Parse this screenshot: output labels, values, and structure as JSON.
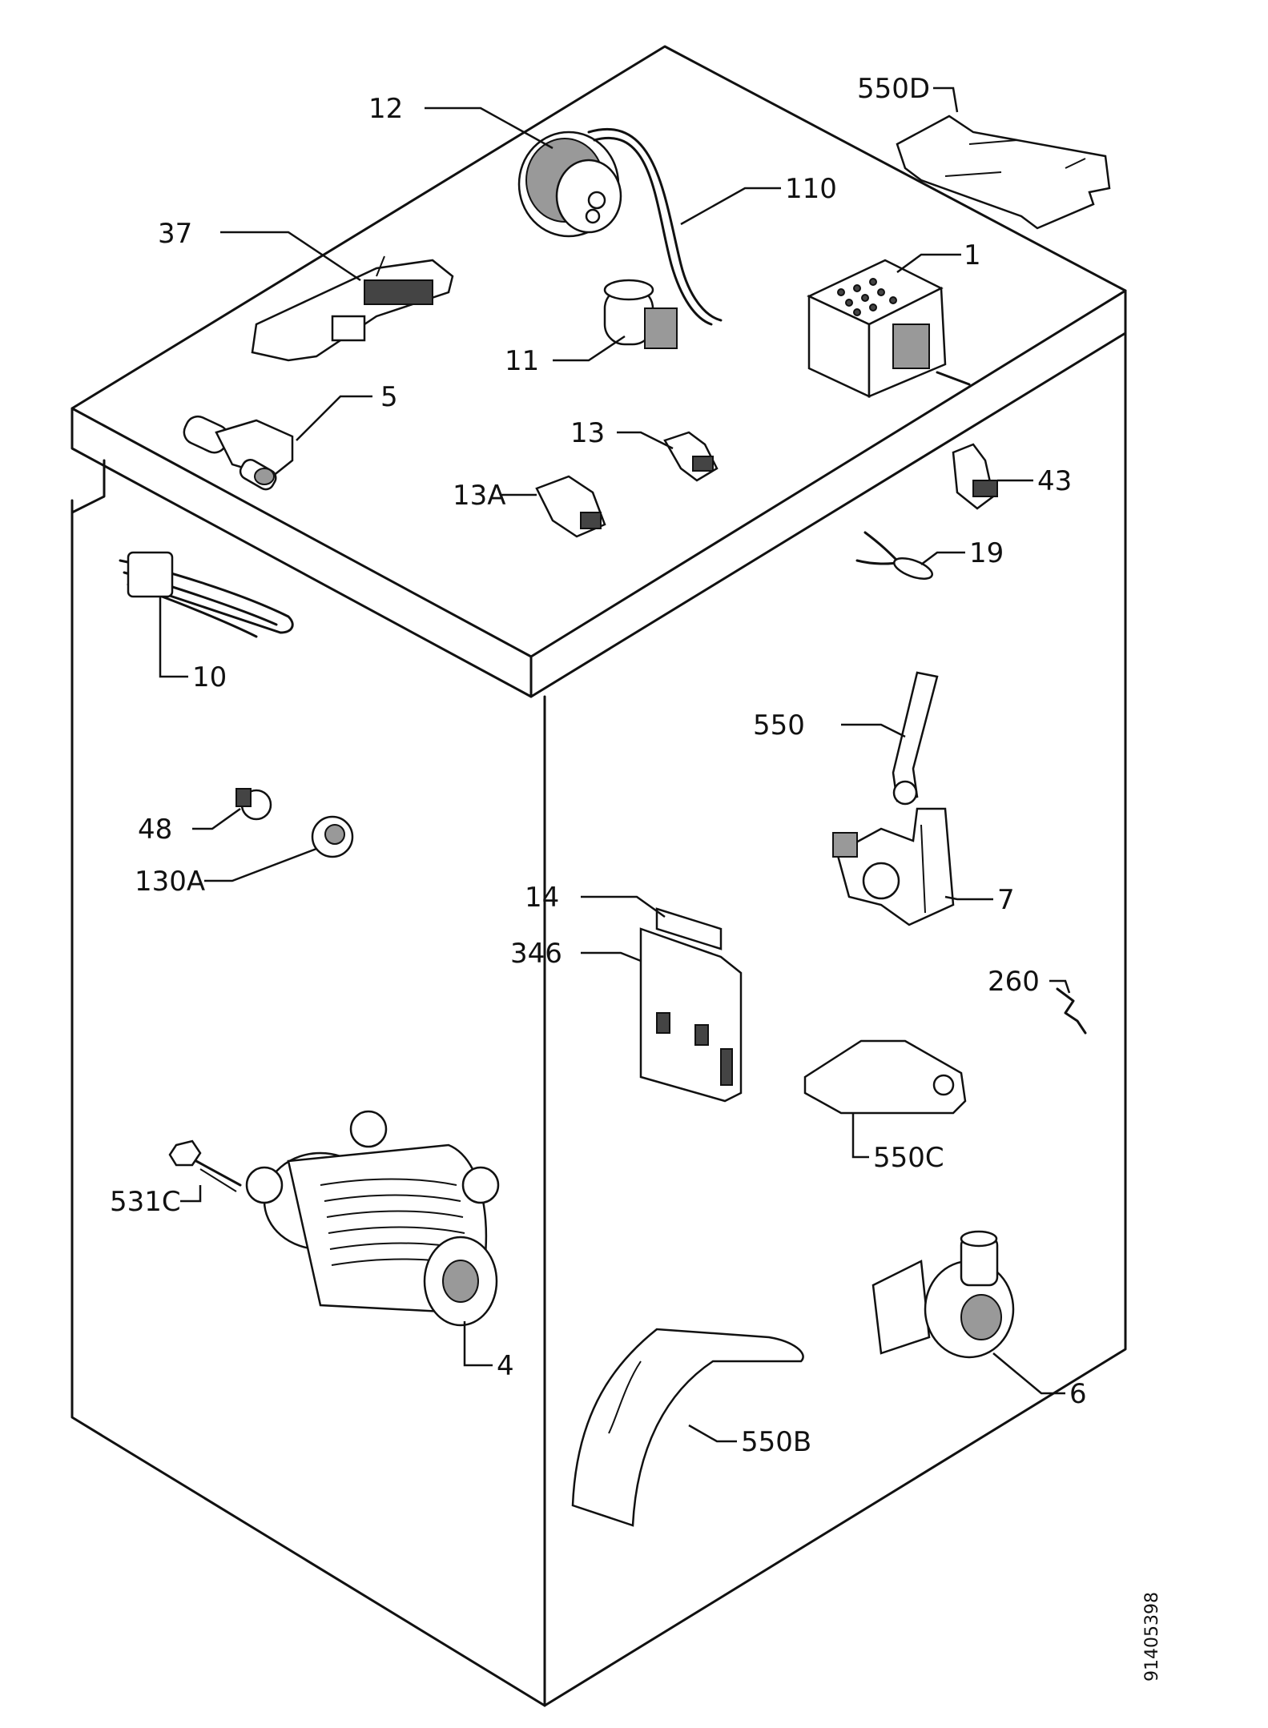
{
  "labels": {
    "p550D": "550D",
    "p12": "12",
    "p110": "110",
    "p37": "37",
    "p1": "1",
    "p11": "11",
    "p5": "5",
    "p13": "13",
    "p13A": "13A",
    "p43": "43",
    "p19": "19",
    "p10": "10",
    "p550": "550",
    "p48": "48",
    "p130A": "130A",
    "p14": "14",
    "p7": "7",
    "p346": "346",
    "p260": "260",
    "p550C": "550C",
    "p531C": "531C",
    "p4": "4",
    "p6": "6",
    "p550B": "550B"
  },
  "doc_code": "91405398"
}
